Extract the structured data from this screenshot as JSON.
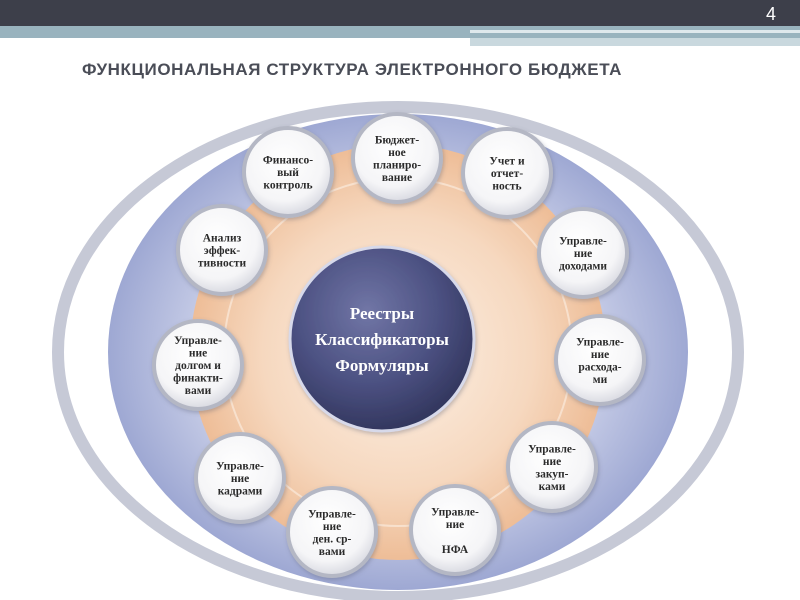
{
  "slide": {
    "number": "4",
    "title": "ФУНКЦИОНАЛЬНАЯ СТРУКТУРА ЭЛЕКТРОННОГО БЮДЖЕТА"
  },
  "colors": {
    "topbar": "#3d3f4a",
    "accent_stripe": "#99b3be",
    "outer_ring": "#c6c9d6",
    "blue_band": "#a9b1d8",
    "peach_disk": "#f2c9a8",
    "center_circle": "#4a4f7e",
    "node_fill": "#ffffff",
    "node_border": "#b4b7c4"
  },
  "diagram": {
    "center": {
      "lines": [
        "Реестры",
        "Классификаторы",
        "Формуляры"
      ]
    },
    "nodes": [
      {
        "id": "budget-planning",
        "lines": [
          "Бюджет-",
          "ное",
          "планиро-",
          "вание"
        ]
      },
      {
        "id": "accounting",
        "lines": [
          "Учет и",
          "отчет-",
          "ность"
        ]
      },
      {
        "id": "revenue-mgmt",
        "lines": [
          "Управле-",
          "ние",
          "доходами"
        ]
      },
      {
        "id": "expense-mgmt",
        "lines": [
          "Управле-",
          "ние",
          "расхода-",
          "ми"
        ]
      },
      {
        "id": "procurement-mgmt",
        "lines": [
          "Управле-",
          "ние",
          "закуп-",
          "ками"
        ]
      },
      {
        "id": "nfa-mgmt",
        "lines": [
          "Управле-",
          "ние",
          "",
          "НФА"
        ]
      },
      {
        "id": "cash-mgmt",
        "lines": [
          "Управле-",
          "ние",
          "ден. ср-",
          "вами"
        ]
      },
      {
        "id": "hr-mgmt",
        "lines": [
          "Управле-",
          "ние",
          "кадрами"
        ]
      },
      {
        "id": "debt-mgmt",
        "lines": [
          "Управле-",
          "ние",
          "долгом и",
          "финакти-",
          "вами"
        ]
      },
      {
        "id": "efficiency",
        "lines": [
          "Анализ",
          "эффек-",
          "тивности"
        ]
      },
      {
        "id": "fin-control",
        "lines": [
          "Финансо-",
          "вый",
          "контроль"
        ]
      }
    ]
  }
}
